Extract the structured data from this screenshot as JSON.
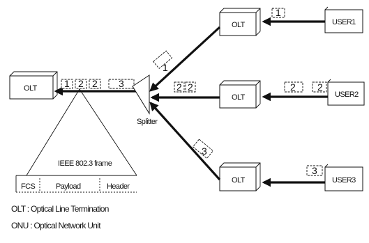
{
  "splitter_label": "Splitter",
  "olt_left": {
    "label": "OLT",
    "packets": [
      "1",
      "2",
      "2",
      "3"
    ]
  },
  "branches": [
    {
      "node": "OLT",
      "user": "USER1",
      "user_packet": "1",
      "link_packet": "1"
    },
    {
      "node": "OLT",
      "user": "USER2",
      "user_packets": [
        "2",
        "2"
      ],
      "link_packets": [
        "2",
        "2"
      ]
    },
    {
      "node": "OLT",
      "user": "USER3",
      "user_packet": "3",
      "link_packet": "3"
    }
  ],
  "frame": {
    "title": "IEEE 802.3 frame",
    "fields": [
      "FCS",
      "Payload",
      "Header"
    ]
  },
  "legend": [
    "OLT : Optical Line Termination",
    "ONU : Optical Network Unit"
  ]
}
